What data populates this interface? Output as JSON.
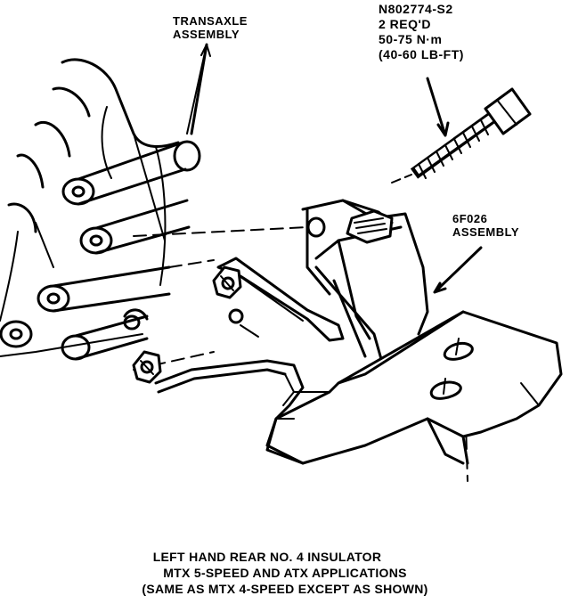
{
  "labels": {
    "transaxle": [
      "TRANSAXLE",
      "ASSEMBLY"
    ],
    "fastener": [
      "N802774-S2",
      "2 REQ'D",
      "50-75 N·m",
      "(40-60 LB-FT)"
    ],
    "part": [
      "6F026",
      "ASSEMBLY"
    ]
  },
  "caption": {
    "line1": "LEFT HAND REAR NO. 4 INSULATOR",
    "line2": "MTX 5-SPEED AND ATX APPLICATIONS",
    "line3": "(SAME AS MTX 4-SPEED EXCEPT AS SHOWN)"
  }
}
